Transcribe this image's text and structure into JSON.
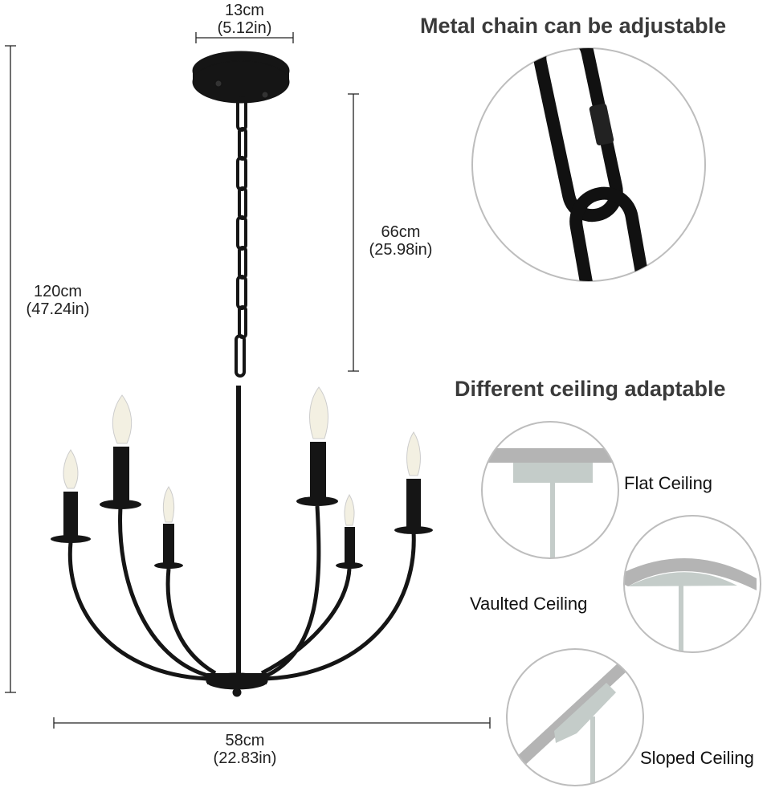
{
  "dimensions": {
    "canopy_width": {
      "cm": "13cm",
      "in": "(5.12in)"
    },
    "total_height": {
      "cm": "120cm",
      "in": "(47.24in)"
    },
    "chain_length": {
      "cm": "66cm",
      "in": "(25.98in)"
    },
    "width": {
      "cm": "58cm",
      "in": "(22.83in)"
    }
  },
  "features": {
    "chain_heading": "Metal chain can be adjustable",
    "ceiling_heading": "Different ceiling adaptable",
    "ceilings": [
      "Flat Ceiling",
      "Vaulted Ceiling",
      "Sloped Ceiling"
    ]
  },
  "colors": {
    "fixture": "#151515",
    "ceiling_gray": "#b4b4b4",
    "mount_gray": "#c4ccc9",
    "circle_outline": "#bdbdbd"
  }
}
